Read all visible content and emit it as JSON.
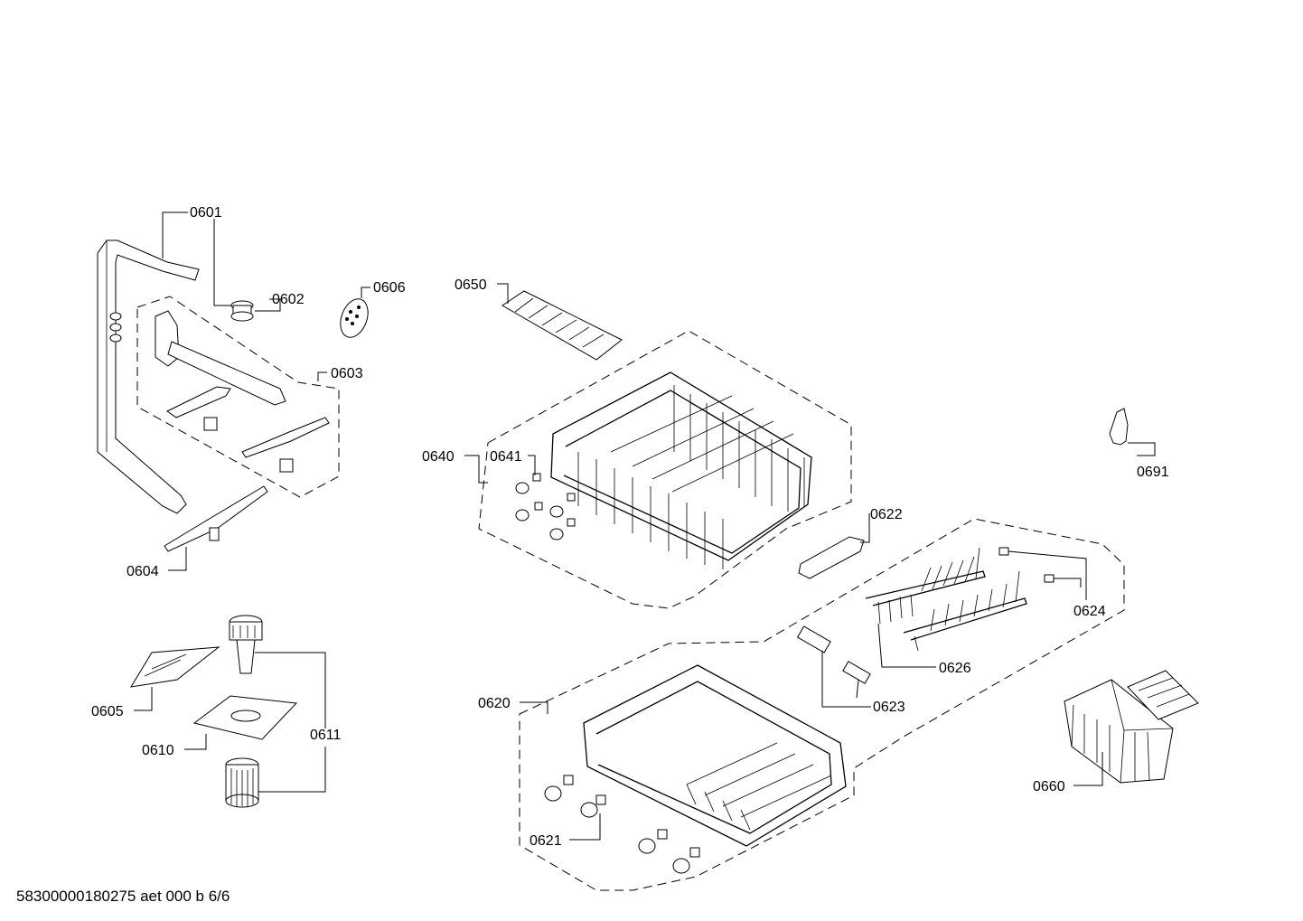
{
  "footer": "58300000180275 aet 000 b 6/6",
  "parts": [
    {
      "id": "p0601",
      "label": "0601"
    },
    {
      "id": "p0602",
      "label": "0602"
    },
    {
      "id": "p0603",
      "label": "0603"
    },
    {
      "id": "p0604",
      "label": "0604"
    },
    {
      "id": "p0605",
      "label": "0605"
    },
    {
      "id": "p0606",
      "label": "0606"
    },
    {
      "id": "p0610",
      "label": "0610"
    },
    {
      "id": "p0611",
      "label": "0611"
    },
    {
      "id": "p0620",
      "label": "0620"
    },
    {
      "id": "p0621",
      "label": "0621"
    },
    {
      "id": "p0622",
      "label": "0622"
    },
    {
      "id": "p0623",
      "label": "0623"
    },
    {
      "id": "p0624",
      "label": "0624"
    },
    {
      "id": "p0626",
      "label": "0626"
    },
    {
      "id": "p0640",
      "label": "0640"
    },
    {
      "id": "p0641",
      "label": "0641"
    },
    {
      "id": "p0650",
      "label": "0650"
    },
    {
      "id": "p0660",
      "label": "0660"
    },
    {
      "id": "p0691",
      "label": "0691"
    }
  ]
}
